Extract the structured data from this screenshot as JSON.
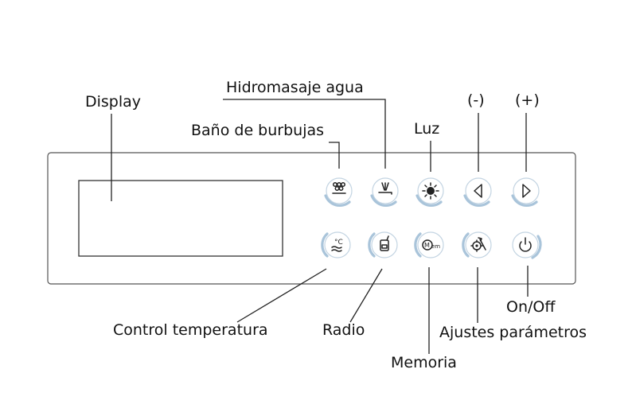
{
  "labels": {
    "display": "Display",
    "hydro_water": "Hidromasaje agua",
    "bubble_bath": "Baño de burbujas",
    "light": "Luz",
    "minus": "(-)",
    "plus": "(+)",
    "on_off": "On/Off",
    "temperature_control": "Control temperatura",
    "radio": "Radio",
    "parameter_settings": "Ajustes parámetros",
    "memory": "Memoria"
  },
  "icons": {
    "bubble_bath": "bubbles-icon",
    "hydro_water": "water-jet-icon",
    "light": "sun-icon",
    "minus": "triangle-left-icon",
    "plus": "triangle-right-icon",
    "temperature_control": "temperature-icon",
    "radio": "radio-icon",
    "memory": "memory-icon",
    "parameter_settings": "gear-wrench-icon",
    "on_off": "power-icon"
  },
  "glyph_text": {
    "celsius": "°C",
    "memory": "em",
    "memory_m": "M"
  },
  "colors": {
    "ring": "#c3d4e2",
    "swoosh": "#a9c4da",
    "stroke": "#222222"
  }
}
